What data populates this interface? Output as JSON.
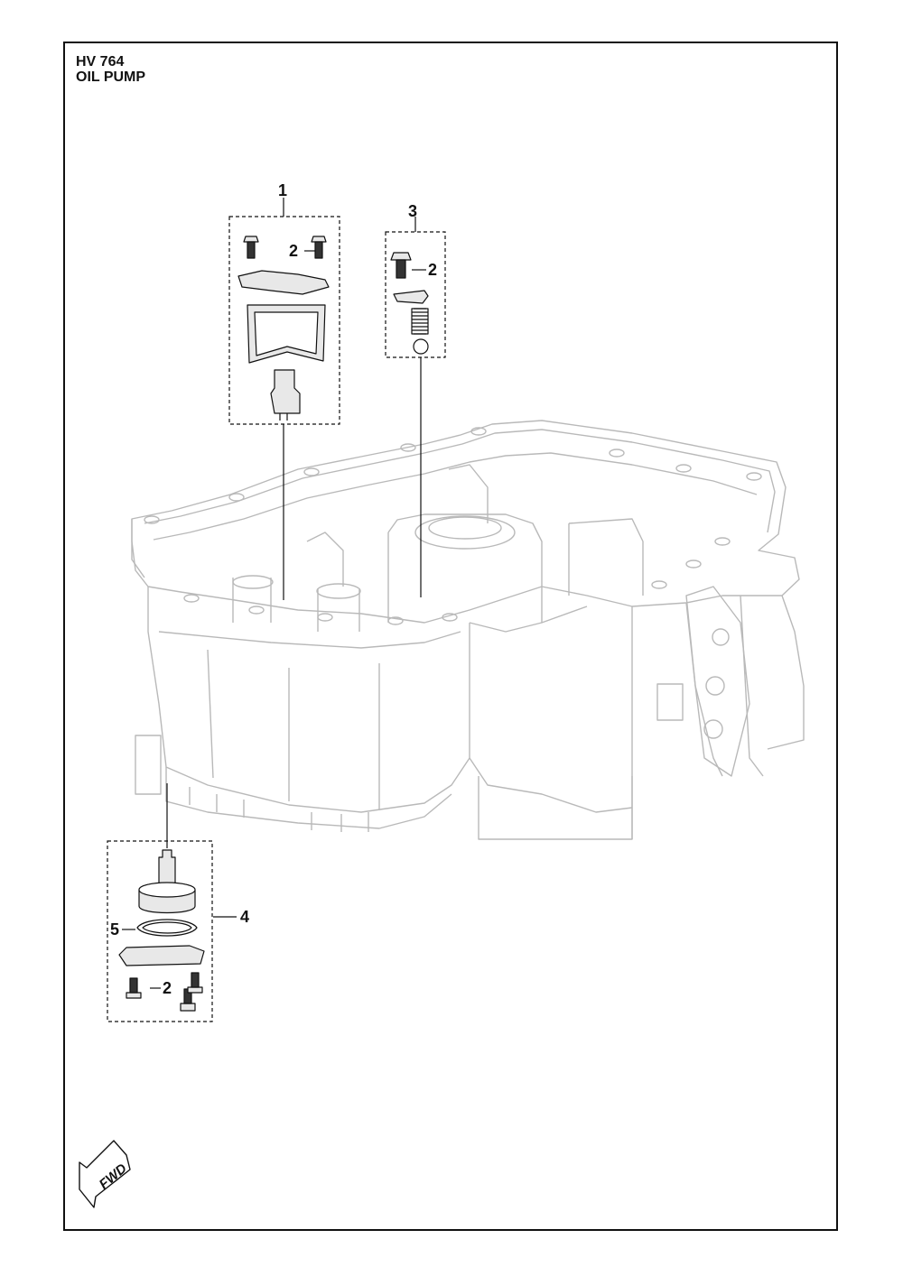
{
  "header": {
    "model": "HV 764",
    "section": "OIL PUMP"
  },
  "callouts": {
    "c1": "1",
    "c2a": "2",
    "c3": "3",
    "c2b": "2",
    "c4": "4",
    "c5": "5",
    "c2c": "2"
  },
  "direction_badge": {
    "label": "FWD",
    "icon": "arrow-fwd-icon"
  },
  "colors": {
    "line": "#111111",
    "housing": "#b9b9b9",
    "part_fill": "#e8e8e8"
  }
}
